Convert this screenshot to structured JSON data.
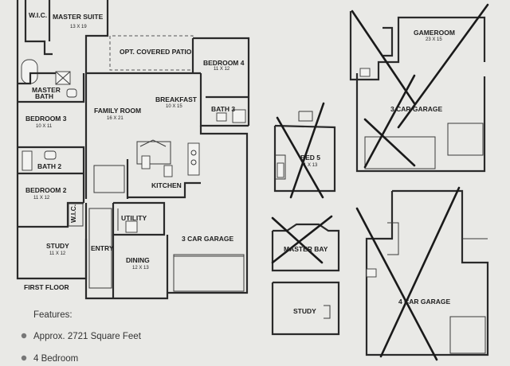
{
  "rooms": {
    "wic_top": "W.I.C.",
    "master_suite": "MASTER SUITE",
    "master_suite_dims": "13 X 19",
    "covered_patio": "OPT. COVERED PATIO",
    "bedroom4": "BEDROOM 4",
    "bedroom4_dims": "11 X 12",
    "master_bath_1": "MASTER",
    "master_bath_2": "BATH",
    "family_room": "FAMILY ROOM",
    "family_room_dims": "16 X 21",
    "breakfast": "BREAKFAST",
    "breakfast_dims": "10 X 15",
    "bath3": "BATH 3",
    "bedroom3": "BEDROOM 3",
    "bedroom3_dims": "10 X 11",
    "bath2": "BATH 2",
    "kitchen": "KITCHEN",
    "bedroom2": "BEDROOM 2",
    "bedroom2_dims": "11 X 12",
    "wic_side": "W.I.C.",
    "utility": "UTILITY",
    "study": "STUDY",
    "study_dims": "11 X 12",
    "entry": "ENTRY",
    "dining": "DINING",
    "dining_dims": "12 X 13",
    "garage3": "3 CAR GARAGE",
    "first_floor": "FIRST FLOOR"
  },
  "options": {
    "gameroom": "GAMEROOM",
    "gameroom_dims": "23 X 15",
    "garage3": "3 CAR GARAGE",
    "bed5": "BED 5",
    "bed5_dims": "1 X 13",
    "master_bay": "MASTER BAY",
    "study": "STUDY",
    "garage4": "4 CAR GARAGE"
  },
  "features": {
    "heading": "Features:",
    "items": [
      "Approx. 2721 Square Feet",
      "4 Bedroom"
    ]
  }
}
